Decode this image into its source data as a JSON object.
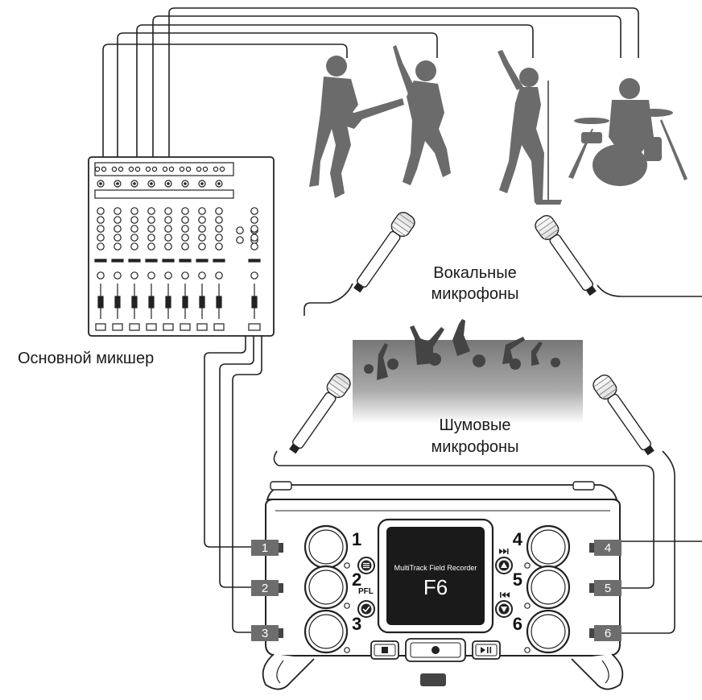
{
  "labels": {
    "mixer": "Основной микшер",
    "vocal_mics_line1": "Вокальные",
    "vocal_mics_line2": "микрофоны",
    "ambient_mics_line1": "Шумовые",
    "ambient_mics_line2": "микрофоны"
  },
  "recorder": {
    "screen_subtitle": "MultiTrack Field Recorder",
    "screen_title": "F6",
    "knob_numbers": [
      "1",
      "2",
      "3",
      "4",
      "5",
      "6"
    ],
    "pfl_label": "PFL",
    "input_tags": [
      "1",
      "2",
      "3",
      "4",
      "5",
      "6"
    ]
  },
  "icons": {
    "menu": "menu-icon",
    "check": "check-icon",
    "up": "up-icon",
    "down": "down-icon",
    "next": "next-track-icon",
    "prev": "prev-track-icon",
    "stop": "stop-icon",
    "record": "record-icon",
    "play": "play-pause-icon"
  },
  "colors": {
    "line": "#222222",
    "silhouette": "#6b6b6b",
    "tag": "#6d6d6d",
    "screen": "#1a1a1a"
  }
}
